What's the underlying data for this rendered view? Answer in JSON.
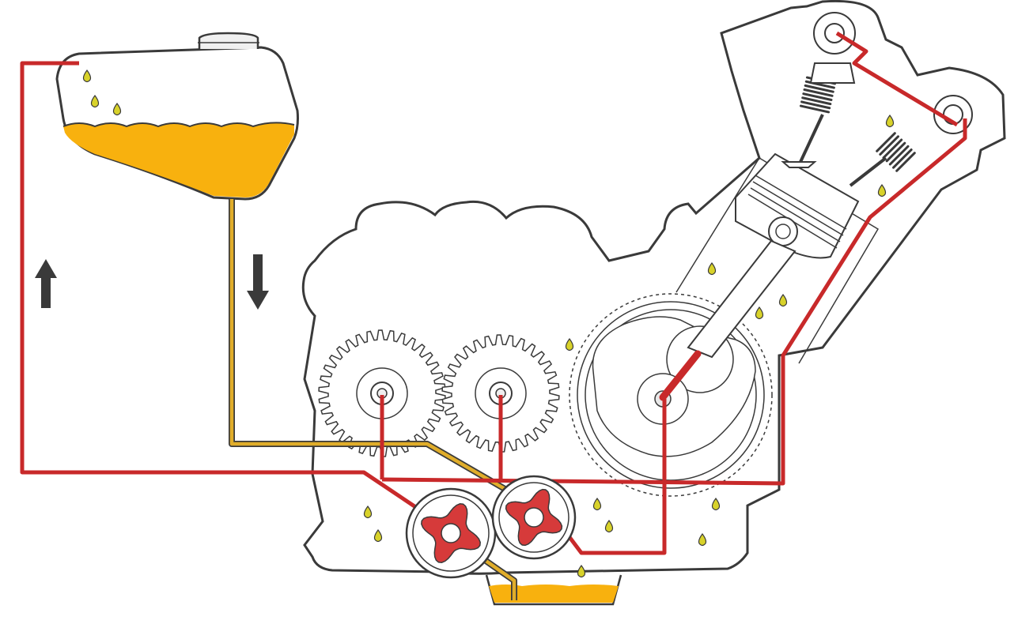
{
  "diagram": {
    "kind": "dry-sump engine lubrication system",
    "components": [
      "oil-tank",
      "tank-filler-cap",
      "oil-supply-line",
      "oil-return-line",
      "crankcase",
      "timing-gear-left",
      "timing-gear-middle",
      "crankshaft-flywheel",
      "connecting-rod",
      "piston",
      "cylinder",
      "intake-valve",
      "exhaust-valve",
      "camshaft-upper",
      "camshaft-lower",
      "scavenge-pump",
      "pressure-pump",
      "sump-oil-pan"
    ],
    "arrows": [
      "up",
      "down"
    ]
  },
  "colors": {
    "outline": "#3a3a3a",
    "feed_line": "#c8292a",
    "return_line": "#e0ad2a",
    "oil": "#f8b10e",
    "oil_drop": "#d8d22a",
    "pump_lobe": "#d63a3a",
    "background": "#ffffff"
  }
}
